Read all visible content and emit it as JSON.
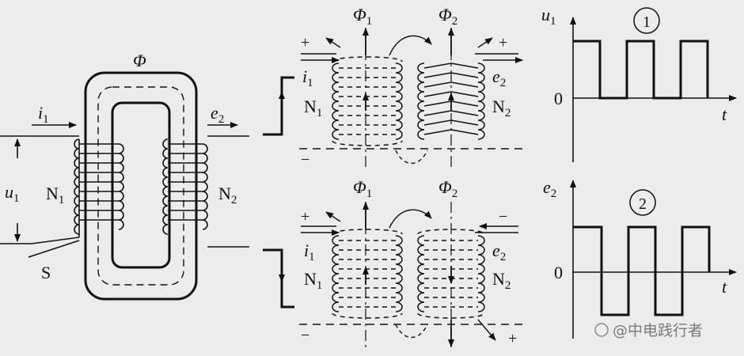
{
  "labels": {
    "flux": "Φ",
    "flux1": "Φ",
    "flux1_sub": "1",
    "flux2": "Φ",
    "flux2_sub": "2",
    "i": "i",
    "i_sub": "1",
    "e": "e",
    "e_sub": "2",
    "u": "u",
    "u_sub": "1",
    "n": "N",
    "n1_sub": "1",
    "n2_sub": "2",
    "switch": "S",
    "plus": "+",
    "minus": "−",
    "t": "t",
    "zero": "0"
  },
  "graphs": {
    "top": {
      "ylabel": "u",
      "ylabel_sub": "1",
      "circle": "1"
    },
    "bottom": {
      "ylabel": "e",
      "ylabel_sub": "2",
      "circle": "2"
    }
  },
  "watermark": "@中电践行者"
}
